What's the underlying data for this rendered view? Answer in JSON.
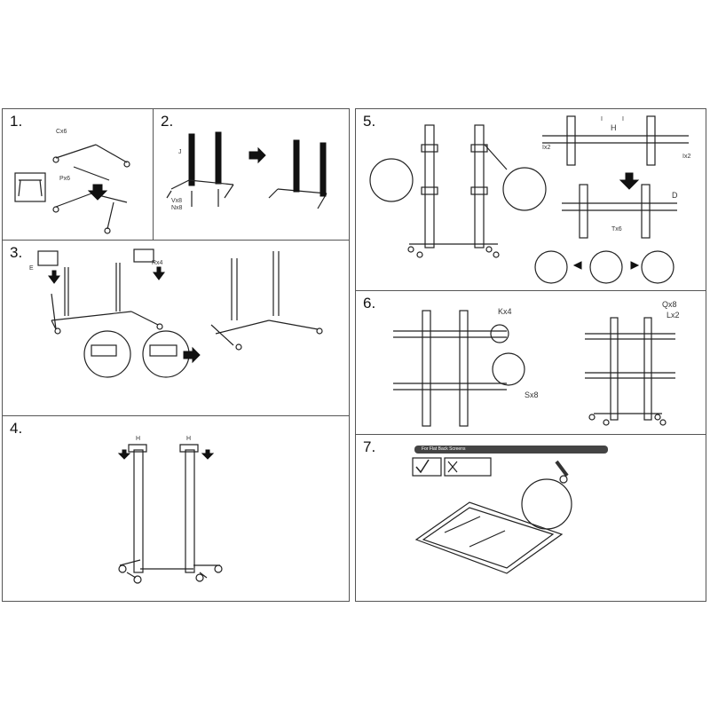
{
  "steps": [
    {
      "number": "1.",
      "labels": {
        "c": "Cx6",
        "p": "Px6"
      }
    },
    {
      "number": "2.",
      "labels": {
        "j": "J",
        "v": "Vx8",
        "n": "Nx8"
      }
    },
    {
      "number": "3.",
      "labels": {
        "e": "E",
        "r": "Rx4"
      }
    },
    {
      "number": "4.",
      "labels": {
        "h1": "H",
        "h2": "H"
      }
    },
    {
      "number": "5.",
      "labels": {
        "h": "H",
        "i1": "I",
        "i2": "I",
        "ix2a": "Ix2",
        "ix2b": "Ix2",
        "t": "Tx6",
        "d": "D"
      }
    },
    {
      "number": "6.",
      "labels": {
        "k": "Kx4",
        "s": "Sx8",
        "q": "Qx8",
        "l": "Lx2"
      }
    },
    {
      "number": "7.",
      "labels": {
        "banner": "For Flat Back Screens"
      }
    }
  ]
}
